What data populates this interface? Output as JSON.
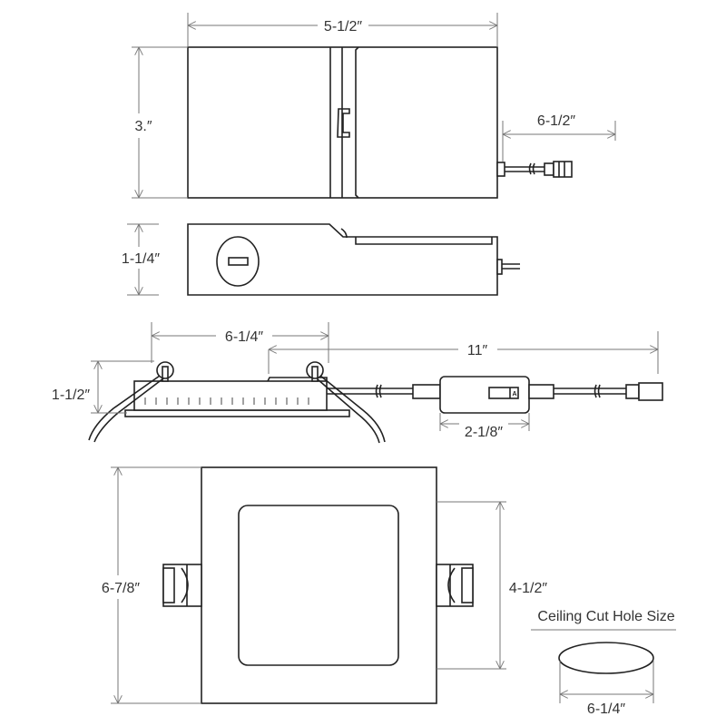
{
  "title": "LED Slim Panel Downlight Dimension Drawing",
  "junction_box": {
    "width_label": "5-1/2″",
    "height_label": "3.″",
    "cord_label": "6-1/2″",
    "depth_label": "1-1/4″"
  },
  "side_view": {
    "spring_span_label": "6-1/4″",
    "cable_length_label": "11″",
    "height_label": "1-1/2″",
    "driver_length_label": "2-1/8″",
    "switch_letter": "A"
  },
  "front_view": {
    "outer_label": "6-7/8″",
    "inner_label": "4-1/2″"
  },
  "cut_hole": {
    "title": "Ceiling Cut Hole Size",
    "size_label": "6-1/4″"
  }
}
